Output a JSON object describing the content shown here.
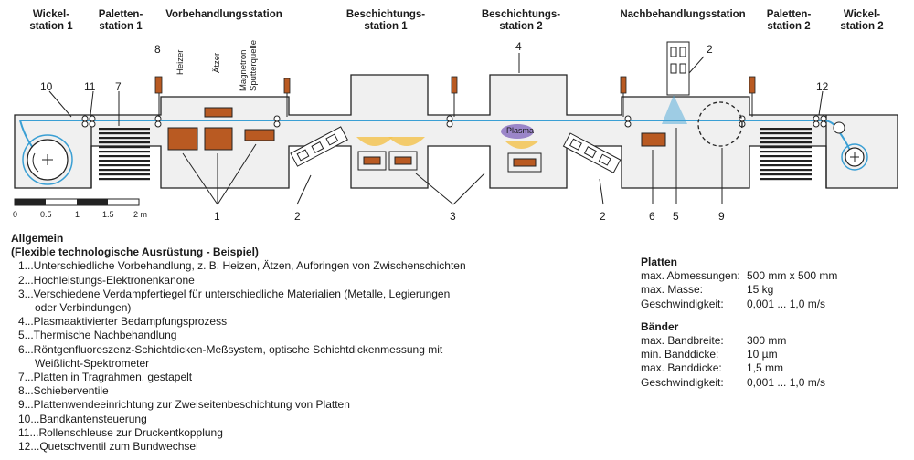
{
  "colors": {
    "web": "#3a9fd4",
    "box": "#f0f0f0",
    "outline": "#222222",
    "heater": "#b95a22",
    "plasma": "#9b86c9",
    "source": "#f4c24a"
  },
  "headers": [
    {
      "id": "wickel1",
      "text": "Wickel-\nstation 1"
    },
    {
      "id": "paletten1",
      "text": "Paletten-\nstation 1"
    },
    {
      "id": "vorbehandlung",
      "text": "Vorbehandlungsstation"
    },
    {
      "id": "beschichtung1",
      "text": "Beschichtungs-\nstation 1"
    },
    {
      "id": "beschichtung2",
      "text": "Beschichtungs-\nstation 2"
    },
    {
      "id": "nachbehandlung",
      "text": "Nachbehandlungsstation"
    },
    {
      "id": "paletten2",
      "text": "Paletten-\nstation 2"
    },
    {
      "id": "wickel2",
      "text": "Wickel-\nstation 2"
    }
  ],
  "device_labels": {
    "heizer": "Heizer",
    "aetzer": "Ätzer",
    "magnetron": "Magnetron\nSputterquelle",
    "plasma": "Plasma"
  },
  "numbers_top": [
    "8",
    "4",
    "2",
    "10",
    "11",
    "7",
    "12"
  ],
  "numbers_bottom": [
    "1",
    "2",
    "3",
    "2",
    "6",
    "5",
    "9"
  ],
  "scale": {
    "ticks": [
      "0",
      "0.5",
      "1",
      "1.5",
      "2 m"
    ]
  },
  "legend": {
    "title": "Allgemein",
    "subtitle": "(Flexible technologische Ausrüstung - Beispiel)",
    "items": [
      "1...Unterschiedliche Vorbehandlung, z. B. Heizen, Ätzen, Aufbringen von Zwischenschichten",
      "2...Hochleistungs-Elektronenkanone",
      "3...Verschiedene Verdampfertiegel für unterschiedliche Materialien (Metalle, Legierungen",
      "oder Verbindungen)",
      "4...Plasmaaktivierter Bedampfungsprozess",
      "5...Thermische Nachbehandlung",
      "6...Röntgenfluoreszenz-Schichtdicken-Meßsystem, optische Schichtdickenmessung mit",
      "Weißlicht-Spektrometer",
      "7...Platten in Tragrahmen, gestapelt",
      "8...Schieberventile",
      "9...Plattenwendeeinrichtung zur Zweiseitenbeschichtung von Platten",
      "10...Bandkantensteuerung",
      "11...Rollenschleuse zur Druckentkopplung",
      "12...Quetschventil zum Bundwechsel"
    ]
  },
  "specs": {
    "platten": {
      "title": "Platten",
      "rows": [
        {
          "k": "max. Abmessungen:",
          "v": "500 mm x 500 mm"
        },
        {
          "k": "max. Masse:",
          "v": "15 kg"
        },
        {
          "k": "Geschwindigkeit:",
          "v": "0,001 ... 1,0 m/s"
        }
      ]
    },
    "baender": {
      "title": "Bänder",
      "rows": [
        {
          "k": "max. Bandbreite:",
          "v": "300 mm"
        },
        {
          "k": "min. Banddicke:",
          "v": "10 µm"
        },
        {
          "k": "max. Banddicke:",
          "v": "1,5 mm"
        },
        {
          "k": "Geschwindigkeit:",
          "v": "0,001 ... 1,0 m/s"
        }
      ]
    }
  }
}
